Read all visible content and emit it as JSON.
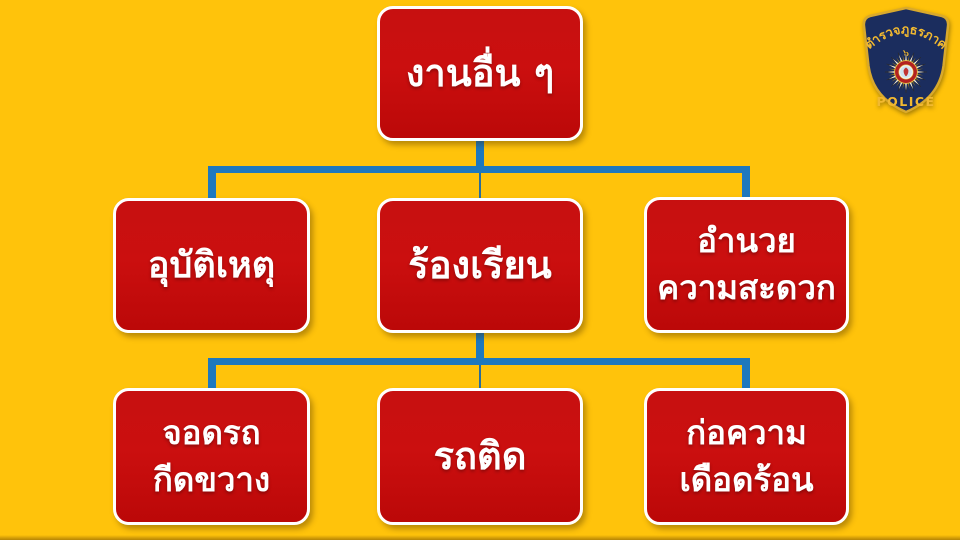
{
  "slide": {
    "background_color": "#FFC30B",
    "connector_color": "#1E78BE",
    "node_fill_color": "#C30D0D",
    "node_border_color": "#FFFFFF",
    "node_text_color": "#FFFFFF"
  },
  "org_chart": {
    "type": "org-chart",
    "root": {
      "label": "งานอื่น ๆ"
    },
    "level2": [
      {
        "label": "อุบัติเหตุ"
      },
      {
        "label": "ร้องเรียน"
      },
      {
        "label": "อำนวย\nความสะดวก"
      }
    ],
    "level3": [
      {
        "label": "จอดรถ\nกีดขวาง"
      },
      {
        "label": "รถติด"
      },
      {
        "label": "ก่อความ\nเดือดร้อน"
      }
    ]
  },
  "badge": {
    "top_text": "ตำรวจภูธรภาค",
    "region_numeral": "๖",
    "bottom_text": "POLICE",
    "shield_color": "#1B2D5E",
    "gold_color": "#F2B930"
  }
}
